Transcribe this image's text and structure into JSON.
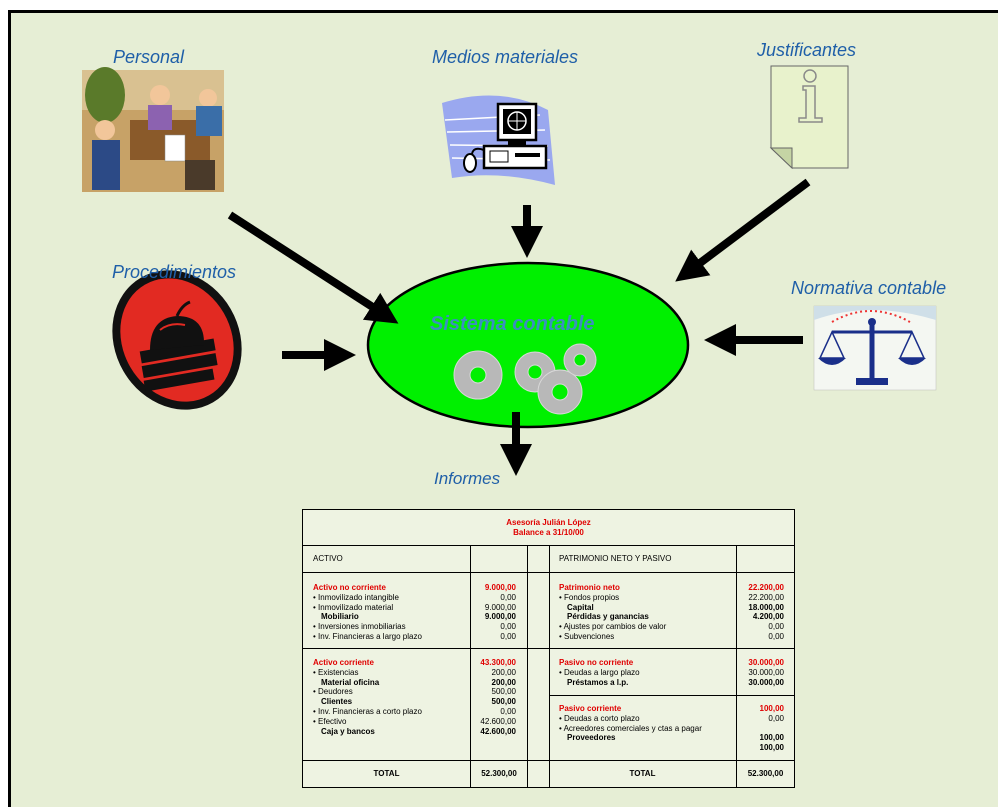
{
  "labels": {
    "personal": "Personal",
    "medios": "Medios materiales",
    "justificantes": "Justificantes",
    "procedimientos": "Procedimientos",
    "normativa": "Normativa contable",
    "sistema": "Sistema contable",
    "informes": "Informes"
  },
  "balance": {
    "company": "Asesoría Julián López",
    "date": "Balance a 31/10/00",
    "left_header": "ACTIVO",
    "right_header": "PATRIMONIO NETO Y PASIVO",
    "anc": {
      "items": [
        {
          "label": "Activo no corriente",
          "value": "9.000,00",
          "style": "red"
        },
        {
          "label": "• Inmovilizado intangible",
          "value": "0,00",
          "style": ""
        },
        {
          "label": "• Inmovilizado material",
          "value": "9.000,00",
          "style": ""
        },
        {
          "label": "Mobiliario",
          "value": "9.000,00",
          "style": "bold"
        },
        {
          "label": "• Inversiones inmobiliarias",
          "value": "0,00",
          "style": ""
        },
        {
          "label": "• Inv. Financieras a largo plazo",
          "value": "0,00",
          "style": ""
        }
      ]
    },
    "ac": {
      "items": [
        {
          "label": "Activo corriente",
          "value": "43.300,00",
          "style": "red"
        },
        {
          "label": "• Existencias",
          "value": "200,00",
          "style": ""
        },
        {
          "label": "Material oficina",
          "value": "200,00",
          "style": "bold"
        },
        {
          "label": "• Deudores",
          "value": "500,00",
          "style": ""
        },
        {
          "label": "Clientes",
          "value": "500,00",
          "style": "bold"
        },
        {
          "label": "• Inv. Financieras a corto plazo",
          "value": "0,00",
          "style": ""
        },
        {
          "label": "• Efectivo",
          "value": "42.600,00",
          "style": ""
        },
        {
          "label": "Caja y bancos",
          "value": "42.600,00",
          "style": "bold"
        }
      ]
    },
    "pn": {
      "items": [
        {
          "label": "Patrimonio neto",
          "value": "22.200,00",
          "style": "red"
        },
        {
          "label": "• Fondos propios",
          "value": "22.200,00",
          "style": ""
        },
        {
          "label": "Capital",
          "value": "18.000,00",
          "style": "bold"
        },
        {
          "label": "Pérdidas y ganancias",
          "value": "4.200,00",
          "style": "bold"
        },
        {
          "label": "• Ajustes por cambios de valor",
          "value": "0,00",
          "style": ""
        },
        {
          "label": "• Subvenciones",
          "value": "0,00",
          "style": ""
        }
      ]
    },
    "pnc": {
      "items": [
        {
          "label": "Pasivo no corriente",
          "value": "30.000,00",
          "style": "red"
        },
        {
          "label": "• Deudas a largo plazo",
          "value": "30.000,00",
          "style": ""
        },
        {
          "label": "Préstamos a l.p.",
          "value": "30.000,00",
          "style": "bold"
        }
      ]
    },
    "pc": {
      "items": [
        {
          "label": "Pasivo corriente",
          "value": "100,00",
          "style": "red"
        },
        {
          "label": "• Deudas a corto plazo",
          "value": "0,00",
          "style": ""
        },
        {
          "label": "• Acreedores comerciales y ctas a pagar",
          "value": "",
          "style": ""
        },
        {
          "label": "Proveedores",
          "value": "100,00",
          "style": "bold"
        },
        {
          "label": "",
          "value": "100,00",
          "style": "bold"
        }
      ]
    },
    "total_label_left": "TOTAL",
    "total_left": "52.300,00",
    "total_label_right": "TOTAL",
    "total_right": "52.300,00"
  },
  "colors": {
    "background": "#e6eed5",
    "label": "#1f5fa8",
    "ellipse": "#00f000",
    "accent_red": "#e00000"
  }
}
